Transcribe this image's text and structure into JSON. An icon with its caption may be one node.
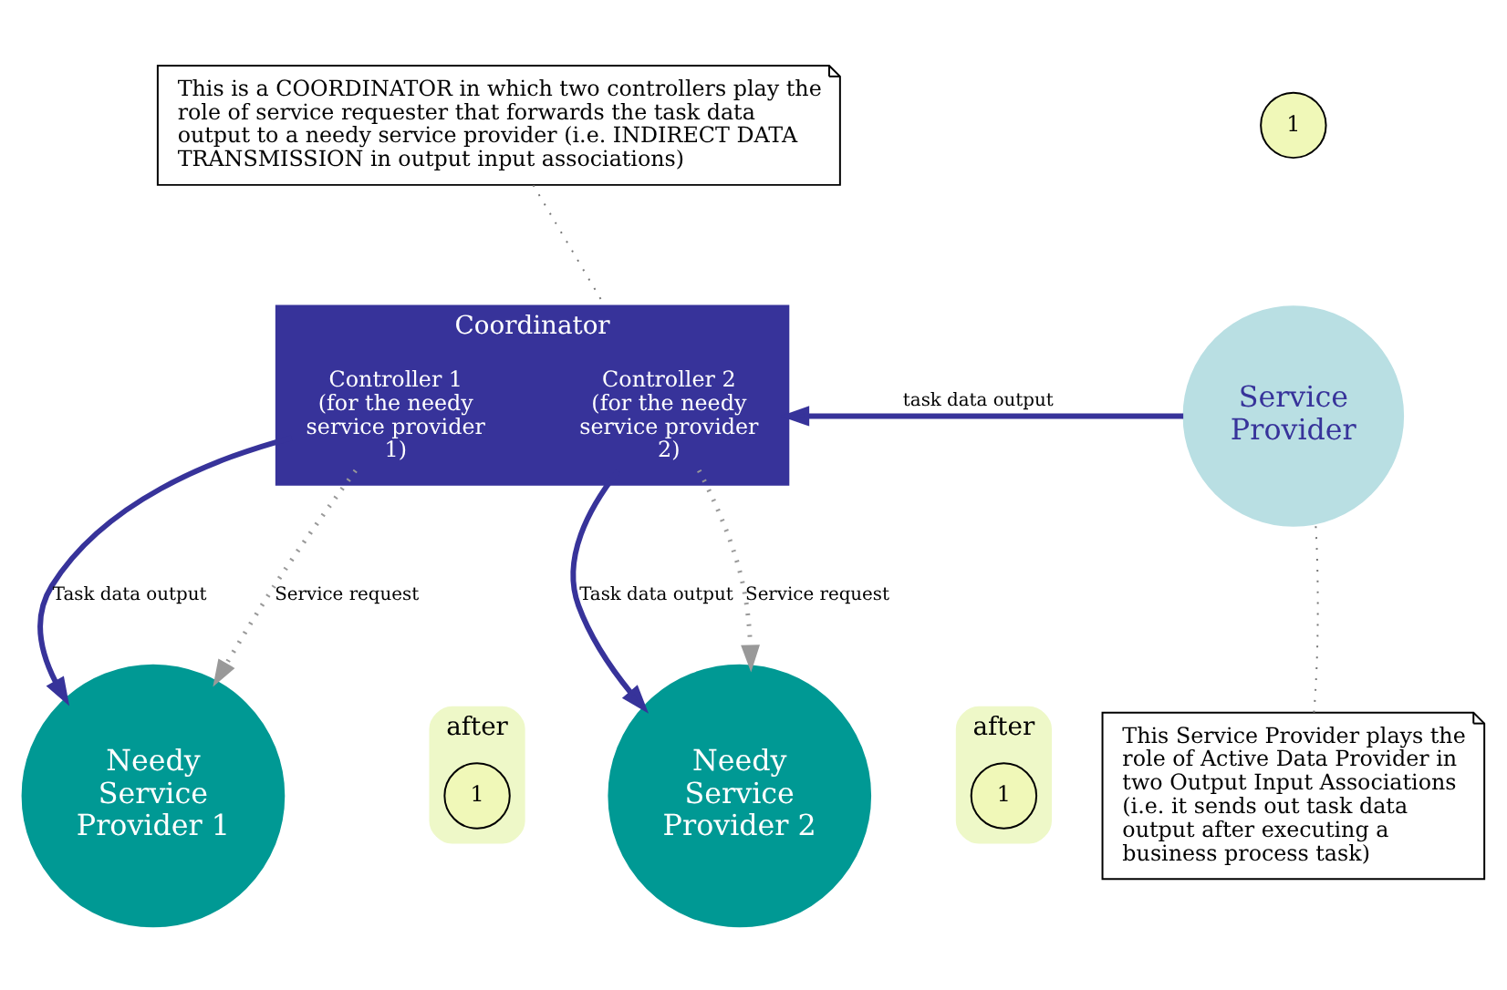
{
  "diagram": {
    "nodes": [
      {
        "text": [
          "Coordinator"
        ]
      },
      {
        "text": [
          "Controller 1",
          "(for the needy service provider 1)"
        ],
        "in": 0
      },
      {
        "text": [
          "Controller 2",
          "(for the needy service provider 2)"
        ],
        "in": 0
      },
      {
        "text": [
          "Service Provider"
        ]
      },
      {
        "text": [
          "Needy Service Provider 1"
        ]
      },
      {
        "text": [
          "Needy Service Provider 2"
        ]
      },
      {
        "text": [
          "This is a COORDINATOR in which two controllers play the role of service requester that forwards the task data output to a needy service provider (i.e. INDIRECT DATA TRANSMISSION in output input associations)"
        ]
      },
      {
        "text": [
          "This Service Provider plays the role of Active Data Provider in two Output Input Associations (i.e. it sends out task data output after executing a business process task)"
        ]
      },
      {
        "text": [
          "1"
        ]
      },
      {
        "text": [
          "after"
        ]
      },
      {
        "text": [
          "1"
        ],
        "in": 9
      },
      {
        "text": [
          "after"
        ]
      },
      {
        "text": [
          "1"
        ],
        "in": 11
      }
    ],
    "edges": [
      {
        "from": 3,
        "to": 0,
        "arrow": "to",
        "label": "task data output"
      },
      {
        "from": 1,
        "to": 4,
        "arrow": "to",
        "label": "Task data output"
      },
      {
        "from": 2,
        "to": 5,
        "arrow": "to",
        "label": "Task data output"
      },
      {
        "from": 1,
        "to": 4,
        "arrow": "to",
        "label": "Service request",
        "style": "dashed",
        "color": "#999999"
      },
      {
        "from": 2,
        "to": 5,
        "arrow": "to",
        "label": "Service request",
        "style": "dashed",
        "color": "#999999"
      },
      {
        "from": 6,
        "to": 0,
        "arrow": "none",
        "style": "dashed",
        "color": "#777777"
      },
      {
        "from": 7,
        "to": 3,
        "arrow": "none",
        "style": "dashed",
        "color": "#777777"
      }
    ]
  }
}
